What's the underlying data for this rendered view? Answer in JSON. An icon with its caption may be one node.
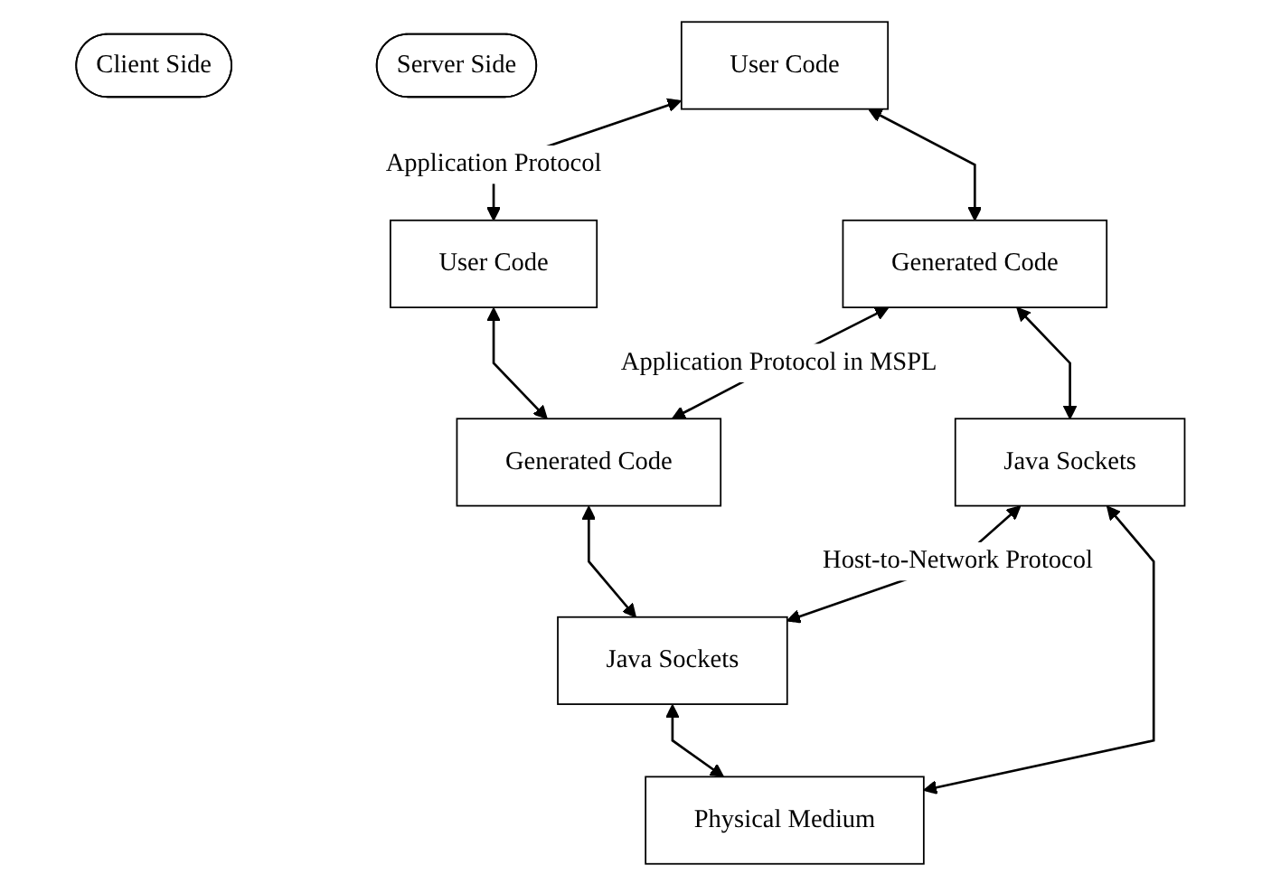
{
  "diagram": {
    "nodes": [
      {
        "text": [
          "Client Side"
        ]
      },
      {
        "text": [
          "Server Side"
        ]
      },
      {
        "text": [
          "User Code"
        ]
      },
      {
        "text": [
          "User Code"
        ]
      },
      {
        "text": [
          "Generated Code"
        ]
      },
      {
        "text": [
          "Generated Code"
        ]
      },
      {
        "text": [
          "Java Sockets"
        ]
      },
      {
        "text": [
          "Java Sockets"
        ]
      },
      {
        "text": [
          "Physical Medium"
        ]
      }
    ],
    "edges": [
      {
        "from": 2,
        "to": 3,
        "arrow": "both",
        "label": "Application Protocol"
      },
      {
        "from": 2,
        "to": 4,
        "arrow": "both"
      },
      {
        "from": 3,
        "to": 5,
        "arrow": "both"
      },
      {
        "from": 4,
        "to": 5,
        "arrow": "both",
        "label": "Application Protocol in MSPL"
      },
      {
        "from": 4,
        "to": 6,
        "arrow": "both"
      },
      {
        "from": 5,
        "to": 7,
        "arrow": "both"
      },
      {
        "from": 6,
        "to": 7,
        "arrow": "both",
        "label": "Host-to-Network Protocol"
      },
      {
        "from": 6,
        "to": 8,
        "arrow": "both"
      },
      {
        "from": 7,
        "to": 8,
        "arrow": "both"
      }
    ]
  }
}
